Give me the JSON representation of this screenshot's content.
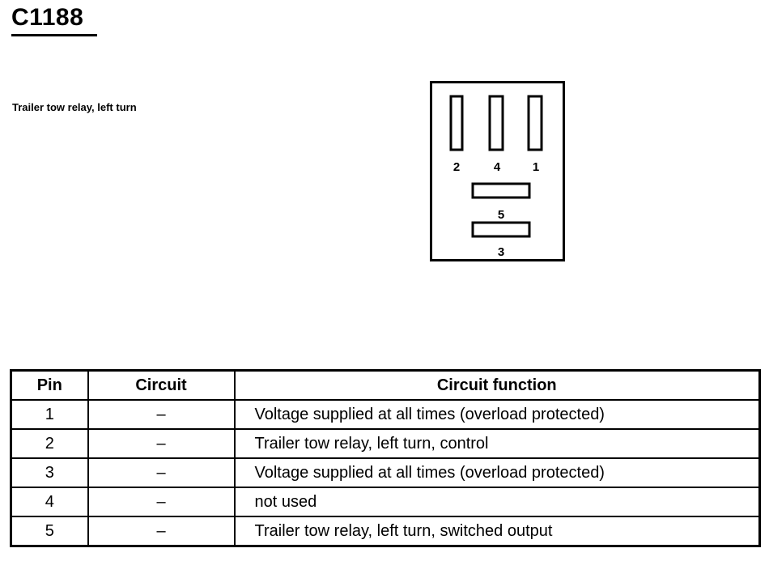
{
  "document": {
    "title": "C1188",
    "description": "Trailer tow relay, left turn"
  },
  "connector": {
    "pins_top": [
      "2",
      "4",
      "1"
    ],
    "pin_middle": "5",
    "pin_bottom": "3"
  },
  "table": {
    "headers": [
      "Pin",
      "Circuit",
      "Circuit function"
    ],
    "rows": [
      {
        "pin": "1",
        "circuit": "–",
        "function": "Voltage supplied at all times (overload protected)"
      },
      {
        "pin": "2",
        "circuit": "–",
        "function": "Trailer tow relay, left turn, control"
      },
      {
        "pin": "3",
        "circuit": "–",
        "function": "Voltage supplied at all times (overload protected)"
      },
      {
        "pin": "4",
        "circuit": "–",
        "function": "not used"
      },
      {
        "pin": "5",
        "circuit": "–",
        "function": "Trailer tow relay, left turn, switched output"
      }
    ]
  }
}
